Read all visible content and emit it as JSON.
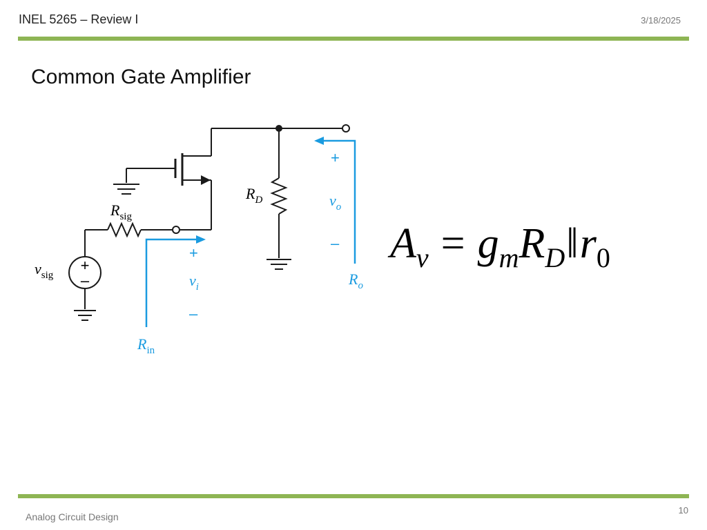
{
  "header": {
    "course": "INEL 5265 – Review I",
    "date": "3/18/2025"
  },
  "slide": {
    "title": "Common Gate Amplifier"
  },
  "circuit": {
    "labels": {
      "rd_main": "R",
      "rd_sub": "D",
      "rsig_main": "R",
      "rsig_sub": "sig",
      "vsig_main": "v",
      "vsig_sub": "sig",
      "vo_main": "v",
      "vo_sub": "o",
      "vi_main": "v",
      "vi_sub": "i",
      "ro_main": "R",
      "ro_sub": "o",
      "rin_main": "R",
      "rin_sub": "in",
      "plus": "+",
      "minus": "–"
    },
    "accent_color": "#1a9be0",
    "wire_color": "#1a1a1a"
  },
  "equation": {
    "a": "A",
    "a_sub": "v",
    "eq": "=",
    "g": "g",
    "g_sub": "m",
    "r": "R",
    "r_sub": "D",
    "parallel": "‖",
    "r0": "r",
    "r0_sub": "0"
  },
  "footer": {
    "course_name": "Analog Circuit Design",
    "page": "10"
  },
  "theme": {
    "bar_color": "#8eb554"
  }
}
